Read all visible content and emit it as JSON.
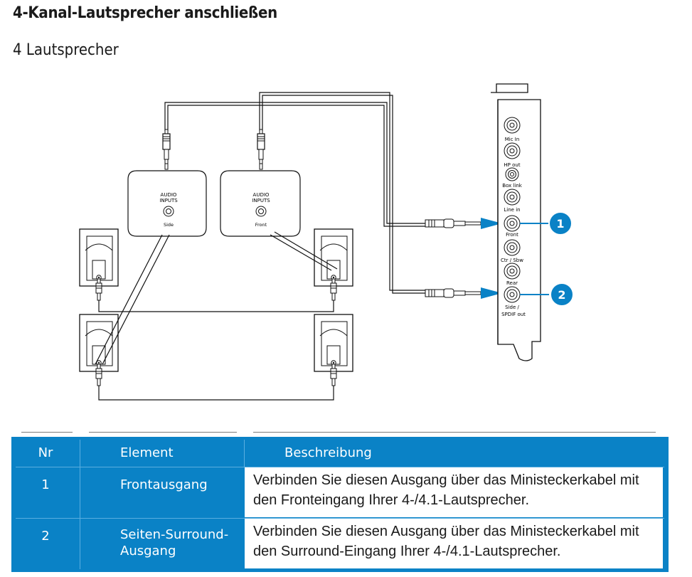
{
  "heading": {
    "title": "4-Kanal-Lautsprecher anschließen",
    "subtitle": "4 Lautsprecher"
  },
  "diagram": {
    "card_ports": [
      "Mic In",
      "HP out",
      "Box link",
      "Line in",
      "Front",
      "Ctr / Sbw",
      "Rear",
      "Side /",
      "SPDIF out"
    ],
    "callouts": [
      "1",
      "2"
    ],
    "input_box_left": {
      "line1": "AUDIO",
      "line2": "INPUTS",
      "port": "Side"
    },
    "input_box_right": {
      "line1": "AUDIO",
      "line2": "INPUTS",
      "port": "Front"
    },
    "callout_color": "#0a82c6"
  },
  "table": {
    "headers": {
      "nr": "Nr",
      "element": "Element",
      "description": "Beschreibung"
    },
    "rows": [
      {
        "nr": "1",
        "element_line1": "Frontausgang",
        "element_line2": "",
        "description_line1": "Verbinden Sie diesen Ausgang über das Ministeckerkabel mit",
        "description_line2": "den Fronteingang Ihrer 4-/4.1-Lautsprecher."
      },
      {
        "nr": "2",
        "element_line1": "Seiten-Surround-",
        "element_line2": "Ausgang",
        "description_line1": "Verbinden Sie diesen Ausgang über das Ministeckerkabel mit",
        "description_line2": "den Surround-Eingang Ihrer 4-/4.1-Lautsprecher."
      }
    ],
    "header_color": "#0a82c6"
  }
}
